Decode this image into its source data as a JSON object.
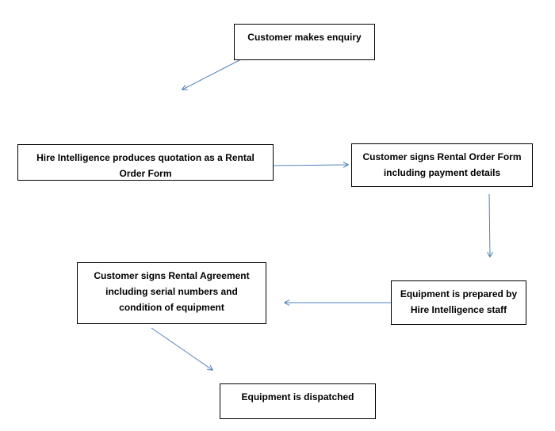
{
  "diagram": {
    "nodes": [
      {
        "id": "enquiry",
        "text": "Customer makes enquiry"
      },
      {
        "id": "quotation",
        "text": "Hire Intelligence produces quotation as a Rental Order Form"
      },
      {
        "id": "signs_order",
        "text": "Customer signs Rental Order Form including payment details"
      },
      {
        "id": "prepared",
        "text": "Equipment is prepared by Hire Intelligence staff"
      },
      {
        "id": "signs_agreement",
        "text": "Customer signs Rental Agreement including serial numbers and condition of equipment"
      },
      {
        "id": "dispatched",
        "text": "Equipment is dispatched"
      }
    ],
    "edges": [
      {
        "from": "enquiry",
        "to": "quotation"
      },
      {
        "from": "quotation",
        "to": "signs_order"
      },
      {
        "from": "signs_order",
        "to": "prepared"
      },
      {
        "from": "prepared",
        "to": "signs_agreement"
      },
      {
        "from": "signs_agreement",
        "to": "dispatched"
      }
    ],
    "colors": {
      "arrow": "#4f81bd",
      "border": "#000000",
      "text": "#000000"
    }
  }
}
